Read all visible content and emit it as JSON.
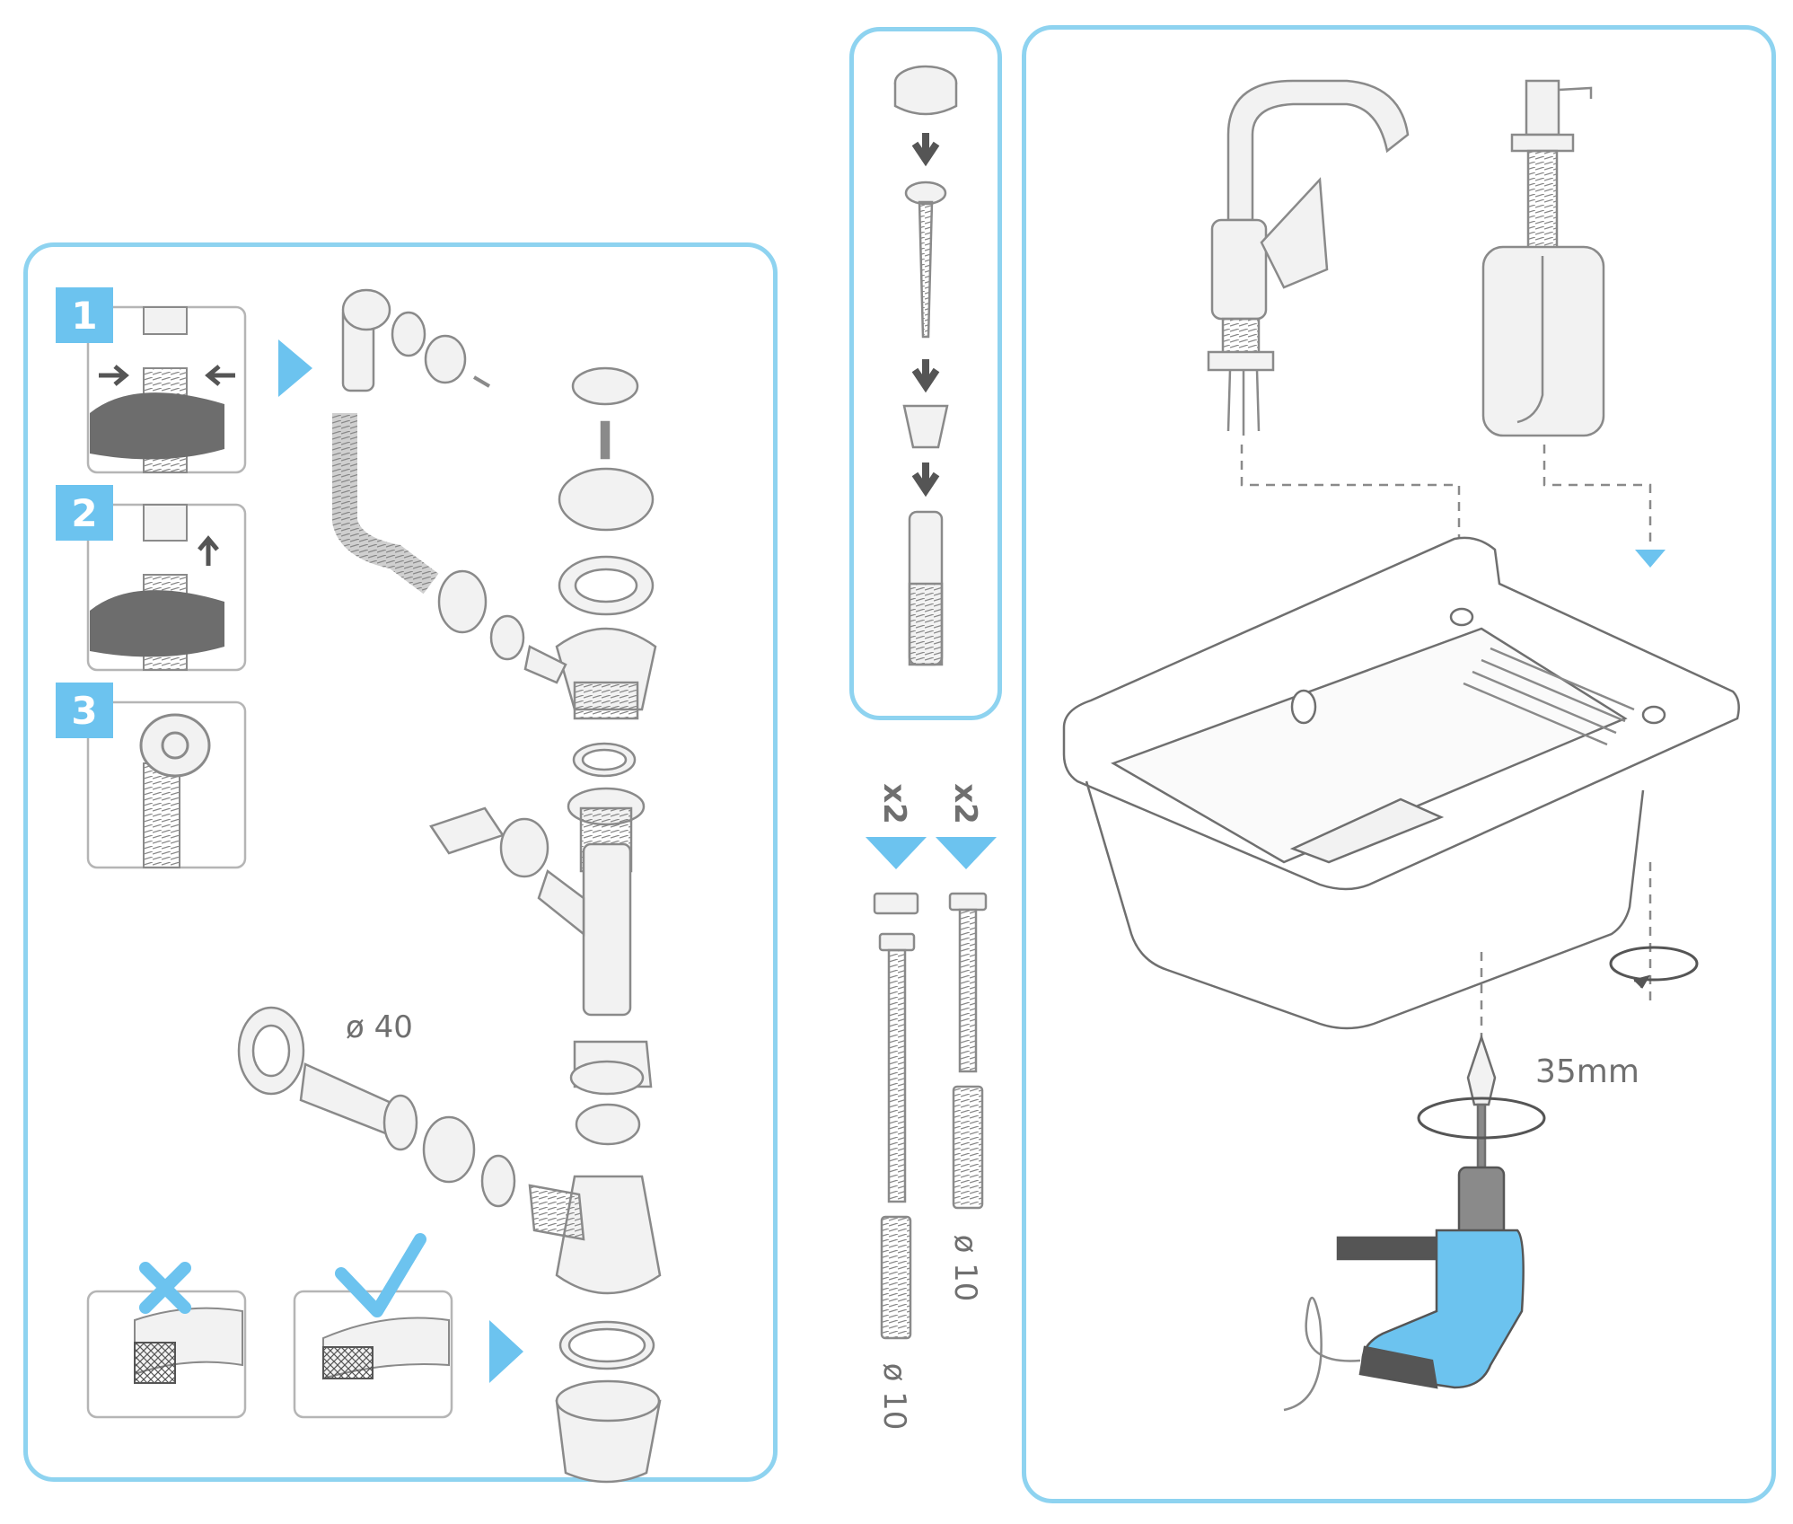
{
  "steps": [
    "1",
    "2",
    "3"
  ],
  "labels": {
    "diameter_40": "ø 40",
    "qty_left": "x2",
    "qty_right": "x2",
    "diameter_10_left": "ø 10",
    "diameter_10_right": "ø 10",
    "drill_size": "35mm"
  },
  "colors": {
    "panel_border": "#8ed3f0",
    "accent_blue": "#6cc3ef",
    "step_badge": "#6cc3ef",
    "line_gray": "#8a8a8a",
    "fill_light": "#f2f2f2",
    "hand_dark": "#6d6d6d",
    "drill_body": "#6cc3ef",
    "drill_grip": "#555555"
  },
  "icons": {
    "bad_seal": "cross-icon",
    "good_seal": "check-icon",
    "flow": "triangle-right-icon",
    "down": "arrow-down-icon",
    "rotate": "rotate-arrow-icon"
  }
}
